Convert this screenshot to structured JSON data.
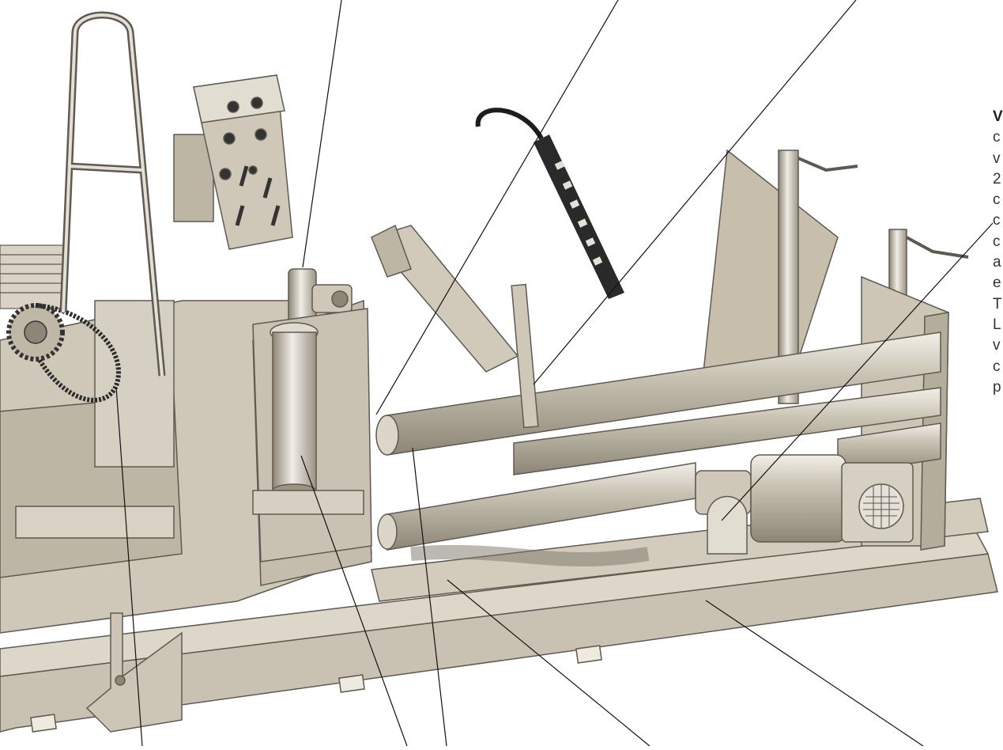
{
  "colors": {
    "steel": "#ccc5b5",
    "steel_light": "#e0dbcf",
    "steel_dark": "#9c9482",
    "outline": "#5e5a52",
    "pendant": "#2a2a2a",
    "leader": "#111111",
    "text": "#333333"
  },
  "edge_text": {
    "head": "V",
    "letters": [
      "c",
      "v",
      "2",
      "c",
      "c",
      "c",
      "a",
      "e",
      "T",
      "L",
      "v",
      "c",
      "p"
    ]
  }
}
